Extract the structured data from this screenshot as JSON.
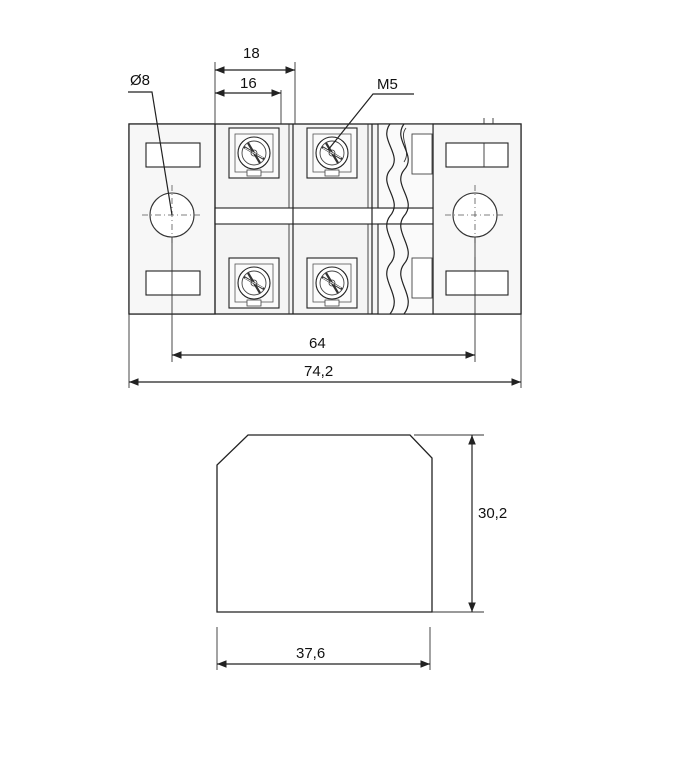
{
  "dimensions": {
    "hole_diameter": "Ø8",
    "pitch": "18",
    "inner_width": "16",
    "thread": "M5",
    "hole_spacing": "64",
    "overall_length": "74,2",
    "height": "30,2",
    "width": "37,6"
  },
  "colors": {
    "line": "#222222",
    "body": "#f4f4f4"
  }
}
